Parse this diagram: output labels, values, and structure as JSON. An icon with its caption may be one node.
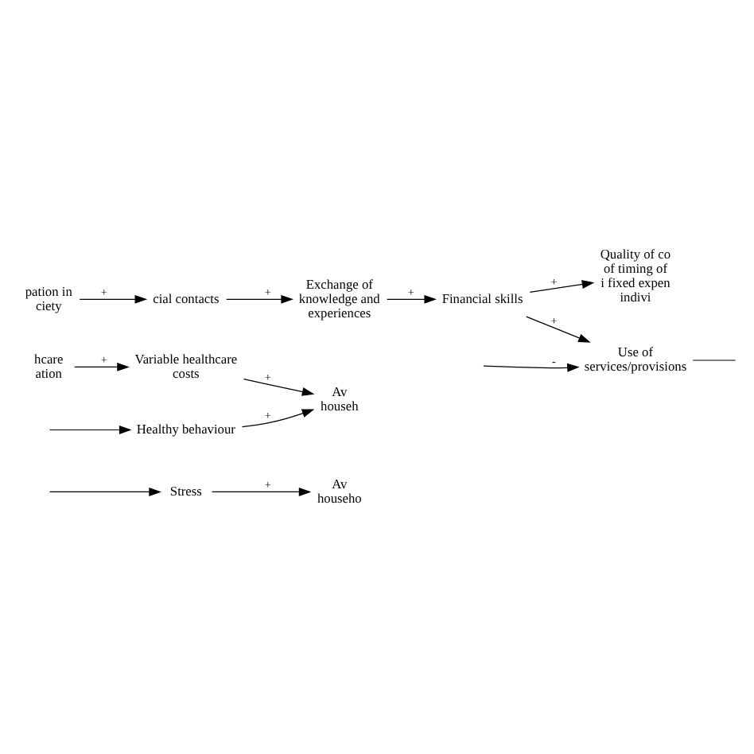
{
  "diagram": {
    "nodes": [
      {
        "text": [
          "Stress"
        ]
      },
      {
        "text": [
          "Av househo"
        ]
      },
      {
        "text": [
          "Healthy behaviour"
        ]
      },
      {
        "text": [
          "Av househ"
        ]
      },
      {
        "text": [
          "hcare ation"
        ]
      },
      {
        "text": [
          "Variable healthcare costs"
        ]
      },
      {
        "text": [
          "pation in ciety"
        ]
      },
      {
        "text": [
          "cial contacts"
        ]
      },
      {
        "text": [
          "Exchange of knowledge and experiences"
        ]
      },
      {
        "text": [
          "Financial skills"
        ]
      },
      {
        "text": [
          "Quality of co of timing of i fixed expen indivi"
        ]
      },
      {
        "text": [
          "Use of services/provisions"
        ]
      }
    ],
    "edges": [
      {
        "from": null,
        "to": 0,
        "arrow": "to"
      },
      {
        "from": 0,
        "to": 1,
        "arrow": "to",
        "label": "+"
      },
      {
        "from": null,
        "to": 2,
        "arrow": "to"
      },
      {
        "from": 2,
        "to": 3,
        "arrow": "to",
        "label": "+"
      },
      {
        "from": 4,
        "to": 5,
        "arrow": "to",
        "label": "+"
      },
      {
        "from": 5,
        "to": 3,
        "arrow": "to",
        "label": "+"
      },
      {
        "from": 6,
        "to": 7,
        "arrow": "to",
        "label": "+"
      },
      {
        "from": 7,
        "to": 8,
        "arrow": "to",
        "label": "+"
      },
      {
        "from": 8,
        "to": 9,
        "arrow": "to",
        "label": "+"
      },
      {
        "from": 9,
        "to": 10,
        "arrow": "to",
        "label": "+"
      },
      {
        "from": 9,
        "to": 11,
        "arrow": "to",
        "label": "+"
      },
      {
        "from": null,
        "to": 11,
        "arrow": "to",
        "label": "-"
      },
      {
        "from": 11,
        "to": null,
        "arrow": "none"
      }
    ]
  }
}
